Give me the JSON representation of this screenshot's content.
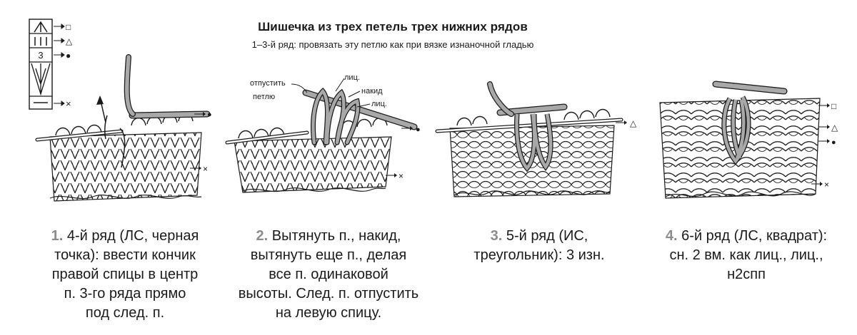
{
  "title": "Шишечка из трех петель трех нижних рядов",
  "subtitle": "1–3-й ряд: провязать эту петлю как при вязке изнаночной гладью",
  "legend": {
    "chart_number": "3",
    "marker_square": "□",
    "marker_triangle": "△",
    "marker_dot": "●",
    "marker_cross": "×"
  },
  "markers": {
    "square": "□",
    "triangle": "△",
    "dot": "●",
    "cross": "×"
  },
  "step2_labels": {
    "release": "отпустить петлю",
    "release_line1": "отпустить",
    "release_line2": "петлю",
    "knit1": "лиц.",
    "yarn_over": "накид",
    "knit2": "лиц."
  },
  "steps": [
    {
      "num": "1.",
      "lines": [
        "4-й ряд (ЛС, черная",
        "точка): ввести кончик",
        "правой спицы в центр",
        "п. 3-го ряда прямо",
        "под след. п."
      ]
    },
    {
      "num": "2.",
      "lines": [
        "Вытянуть п., накид,",
        "вытянуть еще п., делая",
        "все п. одинаковой",
        "высоты. След. п. отпустить",
        "на левую спицу."
      ]
    },
    {
      "num": "3.",
      "lines": [
        "5-й ряд (ИС,",
        "треугольник): 3 изн."
      ]
    },
    {
      "num": "4.",
      "lines": [
        "6-й ряд (ЛС, квадрат):",
        "сн. 2 вм. как лиц., лиц.,",
        "н2спп"
      ]
    }
  ],
  "colors": {
    "line": "#1a1a1a",
    "yarn_gray": "#a8a8a8",
    "number_gray": "#8c8c8c"
  }
}
